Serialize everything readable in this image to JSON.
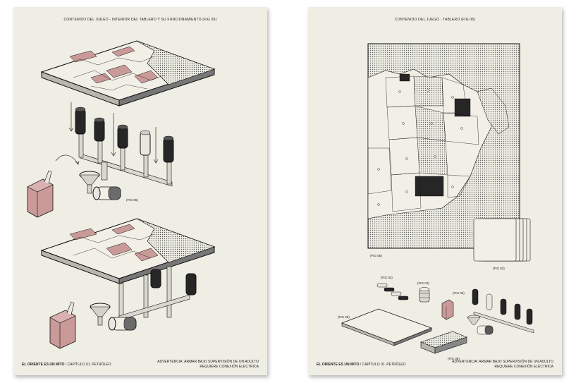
{
  "sheets": [
    {
      "title": "CONTENIDO DEL JUEGO - INTERIOR DEL TABLERO Y SU FUNCIONAMIENTO (FIG 06)",
      "footer": {
        "brand": "EL ORIENTE ES UN MITO",
        "chapter": " / CAPÍTULO 01. PETRÓLEO"
      },
      "warning": {
        "line1": "ADVERTENCIA: ARMAR BAJO SUPERVISIÓN DE UN ADULTO",
        "line2": "REQUIERE CONEXIÓN ELÉCTRICA"
      },
      "figures": [
        "(FIG 06)"
      ]
    },
    {
      "title": "CONTENIDO DEL JUEGO - TABLERO (FIG 05)",
      "footer": {
        "brand": "EL ORIENTE ES UN MITO",
        "chapter": " / CAPÍTULO 01. PETRÓLEO"
      },
      "warning": {
        "line1": "ADVERTENCIA: ARMAR BAJO SUPERVISIÓN DE UN ADULTO",
        "line2": "REQUIERE CONEXIÓN ELÉCTRICA"
      },
      "figures": [
        "(FIG 05)",
        "(FIG 02)",
        "(FIG 03)",
        "(FIG 04)",
        "(FIG 06)",
        "(FIG 05)",
        "(FIG 08)"
      ]
    }
  ],
  "colors": {
    "paper": "#efeee4",
    "ink": "#1a1a1a",
    "accent": "#c99a98",
    "dark": "#262626"
  }
}
